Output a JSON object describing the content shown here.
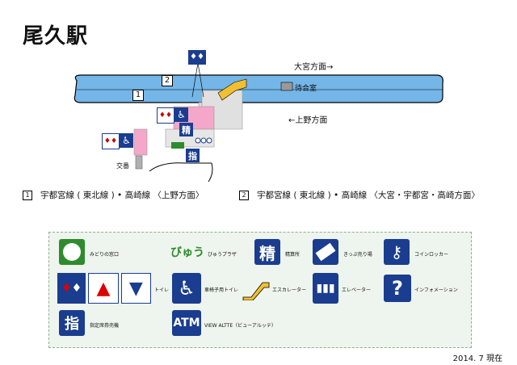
{
  "title": "尾久駅",
  "directions": {
    "omiya": "大宮方面→",
    "ueno": "←上野方面"
  },
  "map": {
    "platform_1": "1",
    "platform_2": "2",
    "waiting_room": "待合室",
    "police_box": "交番",
    "seisan_glyph": "精",
    "shitei_glyph": "指"
  },
  "lines": [
    {
      "num": "1",
      "text": "宇都宮線 ( 東北線 ) • 高崎線 〈上野方面〉"
    },
    {
      "num": "2",
      "text": "宇都宮線 ( 東北線 ) • 高崎線 〈大宮・宇都宮・高崎方面〉"
    }
  ],
  "legend": {
    "midori": "みどりの窓口",
    "jyu_logo": "びゅう",
    "jyu_plaza": "びゅうプラザ",
    "seisan": "精算所",
    "kippu": "きっぷ売り場",
    "coin_locker": "コインロッカー",
    "toilet": "トイレ",
    "wheelchair_toilet": "車椅子用トイレ",
    "escalator": "エスカレーター",
    "elevator": "エレベーター",
    "information": "インフォメーション",
    "shitei": "指定席券売機",
    "atm_label": "ATM",
    "atm": "VIEW ALTTE（ビューアルッテ）"
  },
  "footer": "2014. 7 現在",
  "colors": {
    "platform": "#74b6e8",
    "station_pink": "#f4a7c8",
    "icon_blue": "#1a3d8f",
    "green": "#2e8b2e",
    "legend_bg": "#eef4ee"
  }
}
